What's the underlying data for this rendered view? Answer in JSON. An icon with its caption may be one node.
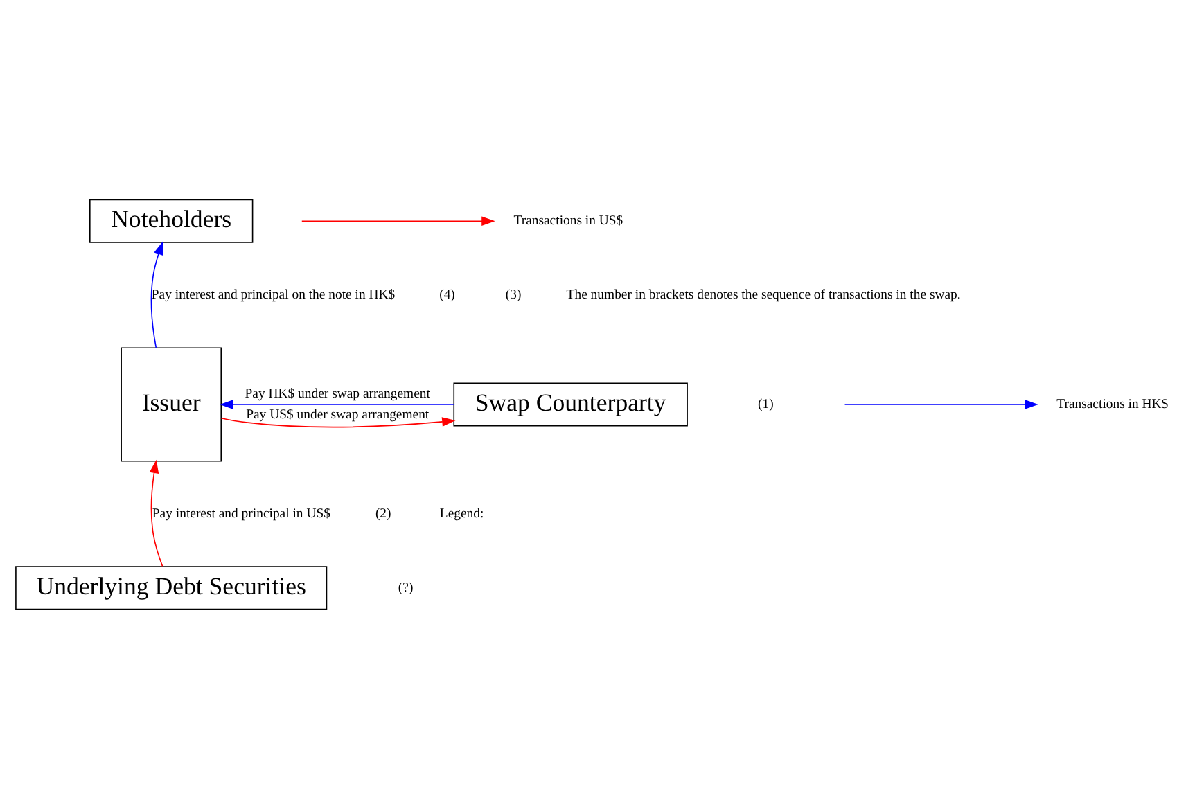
{
  "diagram": {
    "nodes": [
      {
        "text": [
          "Noteholders"
        ]
      },
      {
        "text": [
          "Issuer"
        ]
      },
      {
        "text": [
          "Swap Counterparty"
        ]
      },
      {
        "text": [
          "Underlying Debt Securities"
        ]
      }
    ],
    "edges": [
      {
        "from": 1,
        "to": 0,
        "arrow": "to",
        "label": "Pay interest and principal on the note in HK$",
        "color": "#0000ff"
      },
      {
        "from": 1,
        "to": 2,
        "arrow": "to",
        "label": "Pay US$ under swap arrangement",
        "color": "#ff0000"
      },
      {
        "from": 2,
        "to": 1,
        "arrow": "to",
        "label": "Pay HK$ under swap arrangement",
        "color": "#0000ff"
      },
      {
        "from": 3,
        "to": 1,
        "arrow": "to",
        "label": "Pay interest and principal in US$",
        "color": "#ff0000"
      }
    ],
    "labels": [
      "(4)",
      "(2)",
      "(3)",
      "(1)",
      "Legend:",
      "(?)",
      "The number in brackets denotes the sequence of transactions in the swap."
    ],
    "legend": [
      {
        "text": "Transactions in HK$",
        "color": "#0000ff"
      },
      {
        "text": "Transactions in US$",
        "color": "#ff0000"
      }
    ]
  }
}
